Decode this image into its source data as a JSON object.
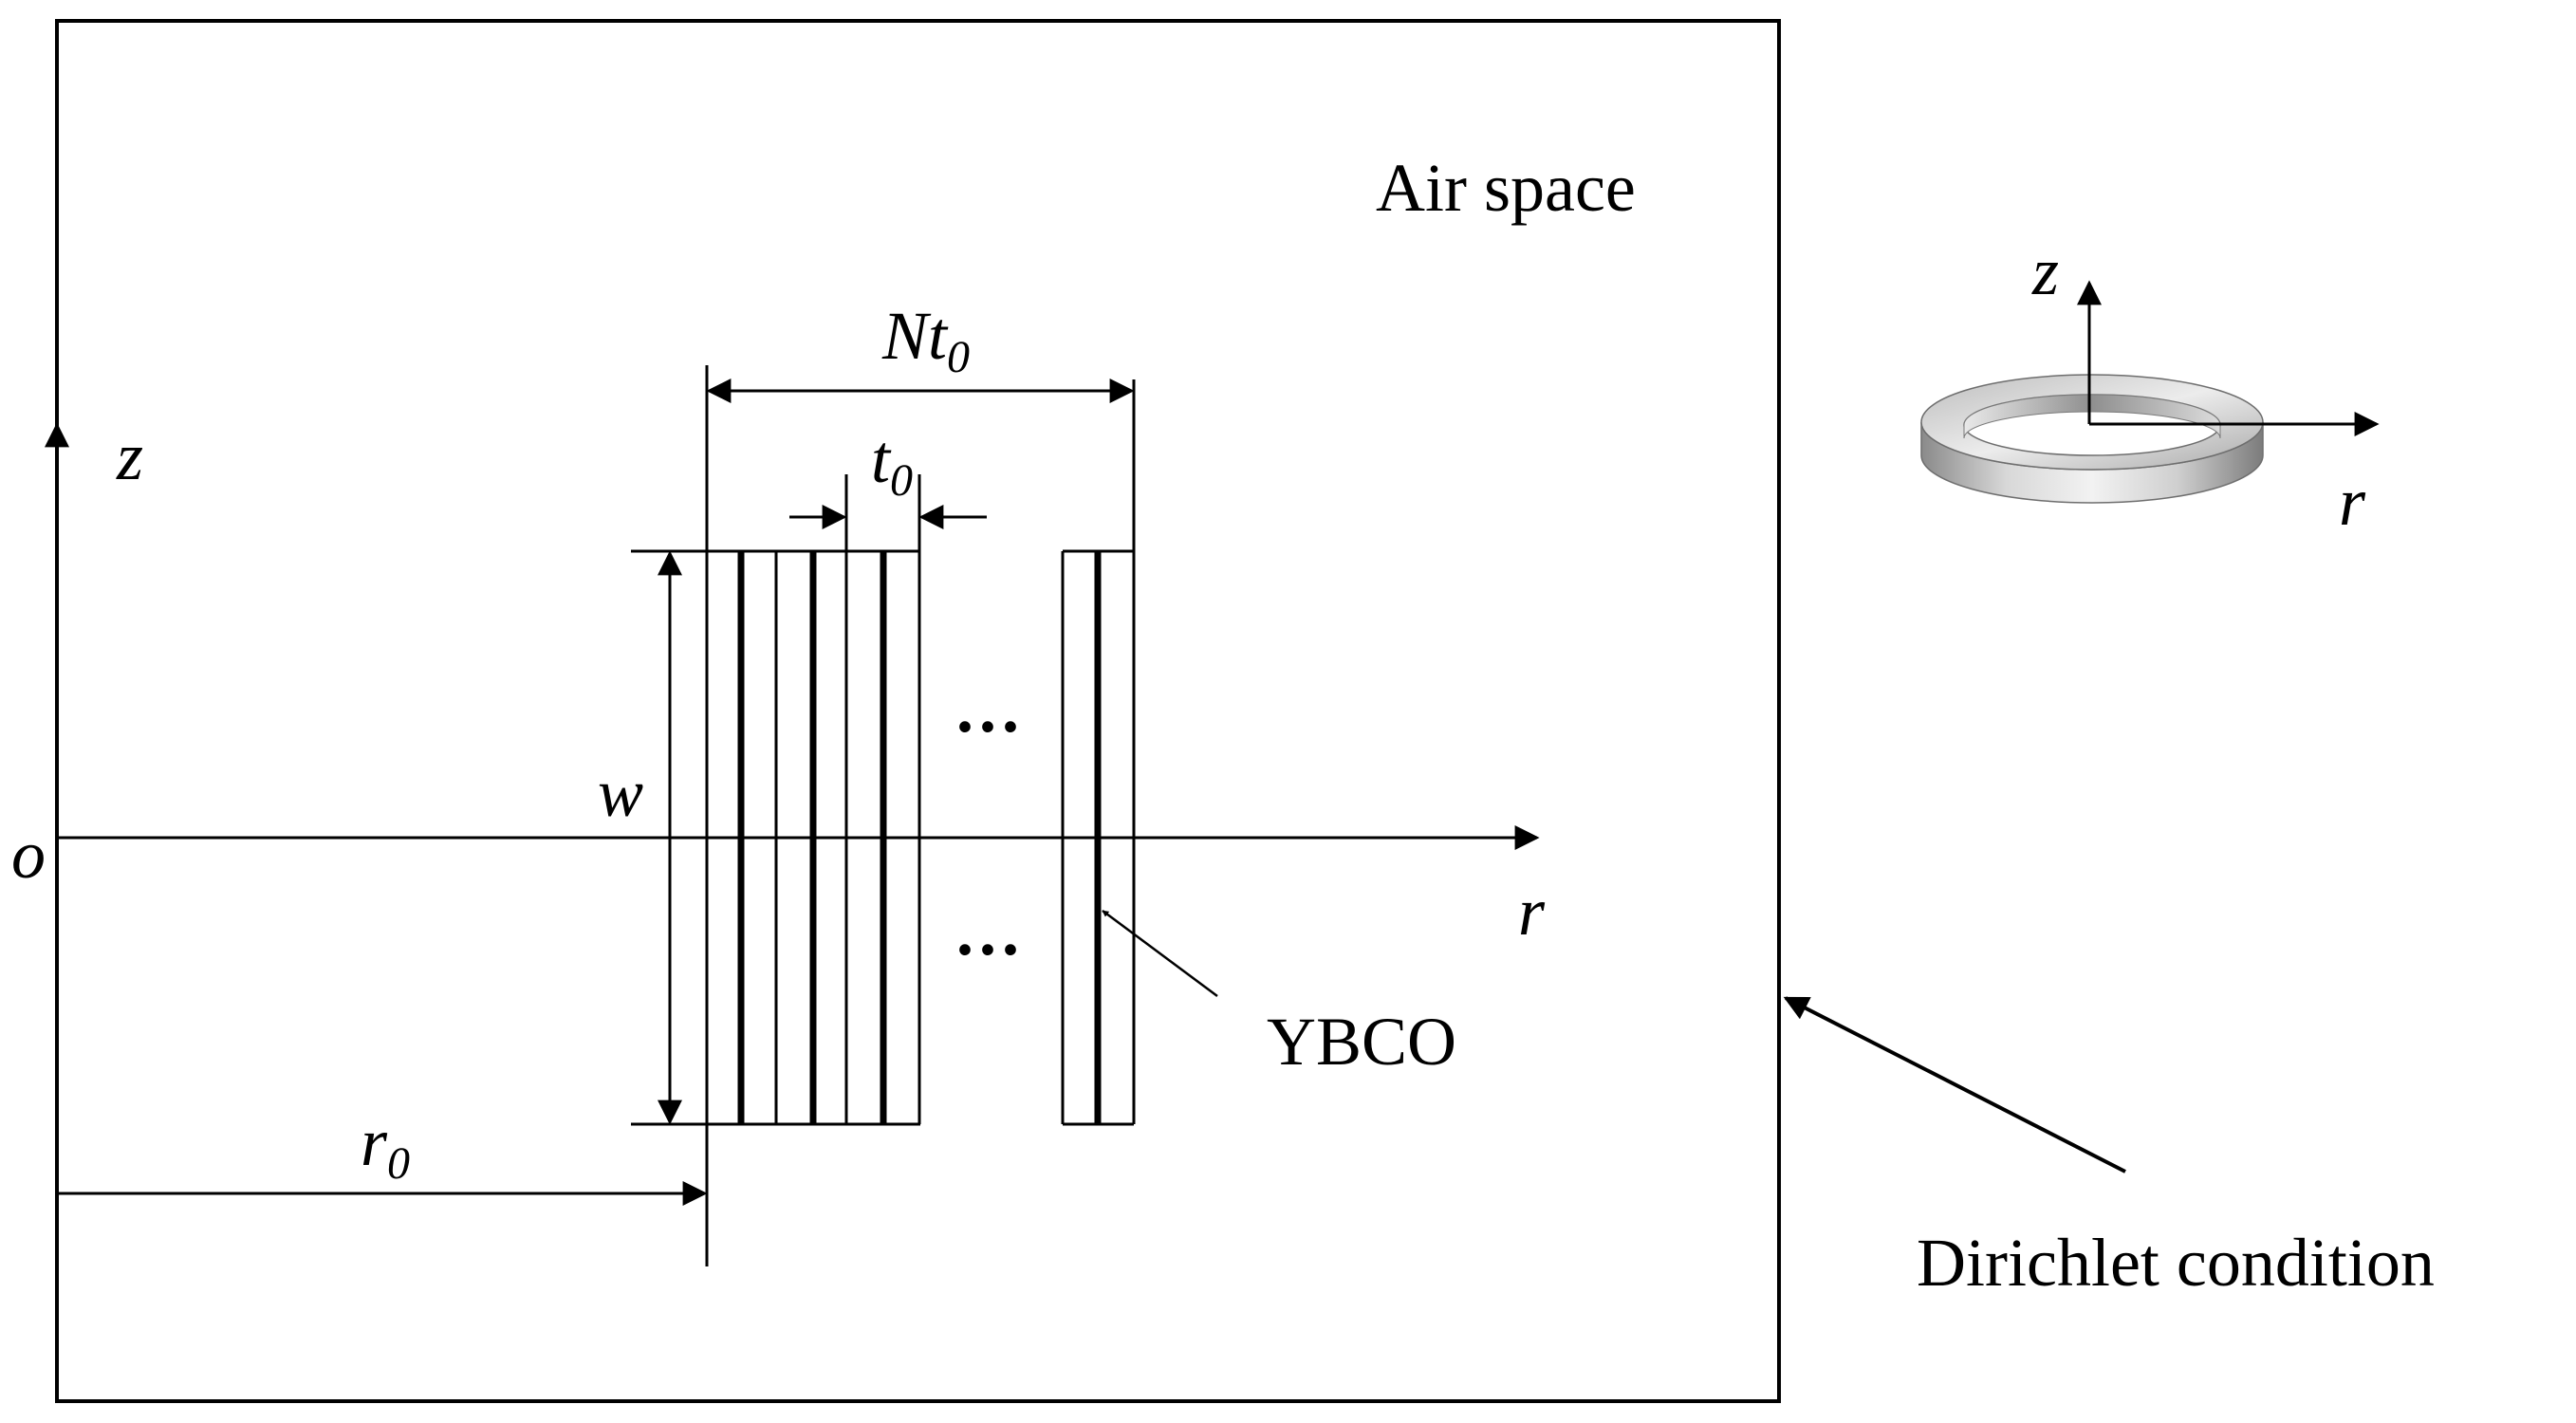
{
  "labels": {
    "air_space": "Air space",
    "dirichlet": "Dirichlet condition",
    "ybco": "YBCO",
    "origin": "o",
    "axis_z": "z",
    "axis_r": "r",
    "width_w": "w",
    "r0_main": "r",
    "r0_sub": "0",
    "t0_main": "t",
    "t0_sub": "0",
    "nt0_main": "Nt",
    "nt0_sub": "0",
    "dots": "···",
    "inset_z": "z",
    "inset_r": "r"
  },
  "colors": {
    "line": "#000000",
    "ring_light": "#e6e6e6",
    "ring_dark": "#7a7a7a",
    "background": "#ffffff"
  },
  "icons": {
    "inset": "ring-3d-icon"
  }
}
